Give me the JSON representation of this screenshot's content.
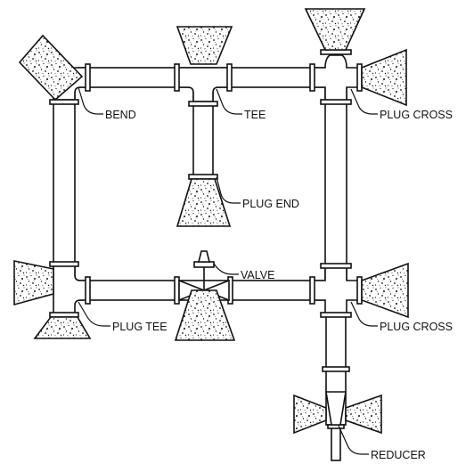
{
  "diagram": {
    "labels": {
      "bend": "BEND",
      "tee": "TEE",
      "plug_cross_top": "PLUG CROSS",
      "plug_end": "PLUG END",
      "valve": "VALVE",
      "plug_tee": "PLUG TEE",
      "plug_cross_bottom": "PLUG CROSS",
      "reducer": "REDUCER"
    }
  }
}
